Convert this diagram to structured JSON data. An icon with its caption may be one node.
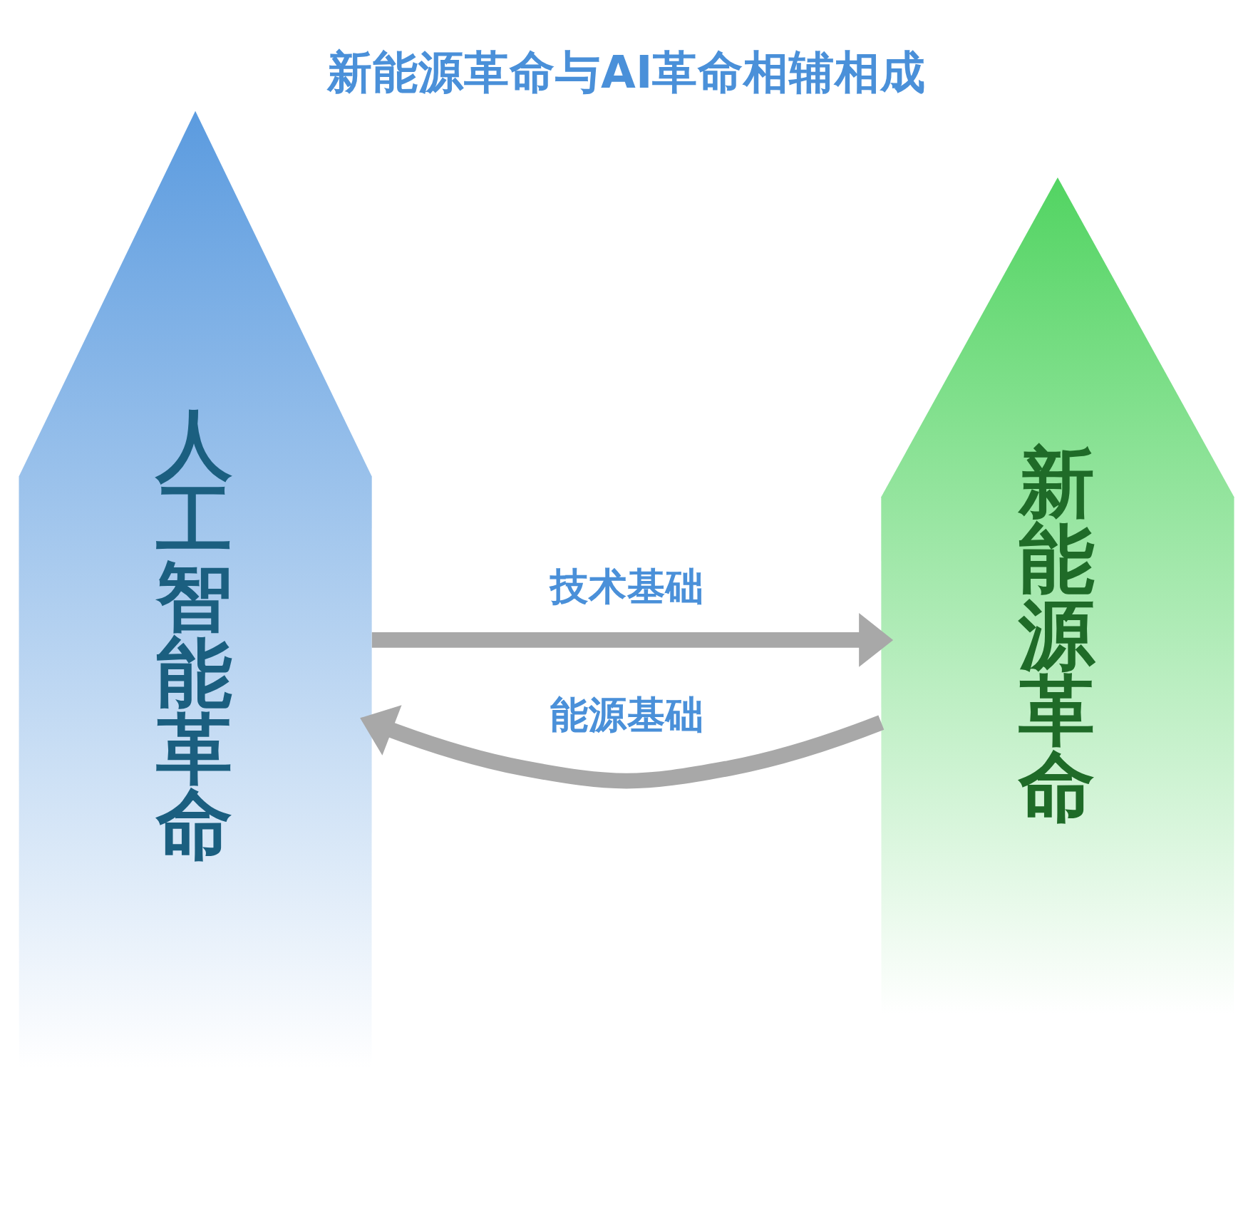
{
  "diagram": {
    "title": "新能源革命与AI革命相辅相成",
    "nodes": [
      {
        "text": [
          "人工智能革命"
        ]
      },
      {
        "text": [
          "新能源革命"
        ]
      }
    ],
    "edges": [
      {
        "from": 0,
        "to": 1,
        "arrow": "to",
        "label": "技术基础"
      },
      {
        "from": 1,
        "to": 0,
        "arrow": "to",
        "label": "能源基础"
      }
    ]
  }
}
